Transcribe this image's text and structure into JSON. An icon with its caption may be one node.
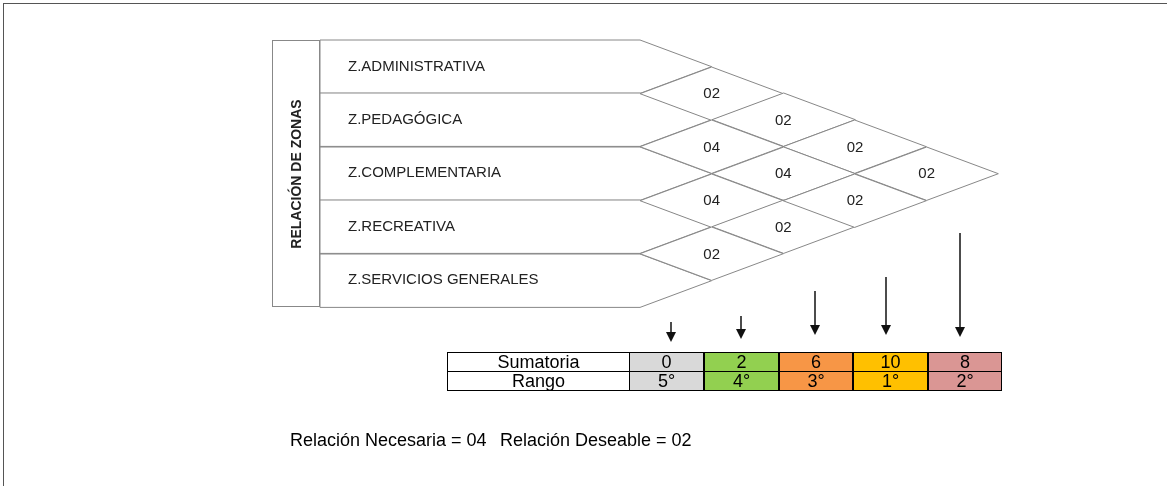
{
  "diagram": {
    "nodes": [
      {
        "text": [
          "RELACIÓN DE ZONAS"
        ]
      },
      {
        "text": [
          "Z.ADMINISTRATIVA"
        ]
      },
      {
        "text": [
          "Z.PEDAGÓGICA"
        ]
      },
      {
        "text": [
          "Z.COMPLEMENTARIA"
        ]
      },
      {
        "text": [
          "Z.RECREATIVA"
        ]
      },
      {
        "text": [
          "Z.SERVICIOS GENERALES"
        ]
      },
      {
        "text": [
          "02"
        ]
      },
      {
        "text": [
          "02"
        ]
      },
      {
        "text": [
          "04"
        ]
      },
      {
        "text": [
          "02"
        ]
      },
      {
        "text": [
          "04"
        ]
      },
      {
        "text": [
          "02"
        ]
      },
      {
        "text": [
          "04"
        ]
      },
      {
        "text": [
          "02"
        ]
      },
      {
        "text": [
          "02"
        ]
      },
      {
        "text": [
          "02"
        ]
      }
    ],
    "labels": [
      "Sumatoria",
      "0",
      "2",
      "6",
      "10",
      "8",
      "Rango",
      "5°",
      "4°",
      "3°",
      "1°",
      "2°",
      "Relación Necesaria = 04",
      "Relación Deseable = 02"
    ]
  }
}
